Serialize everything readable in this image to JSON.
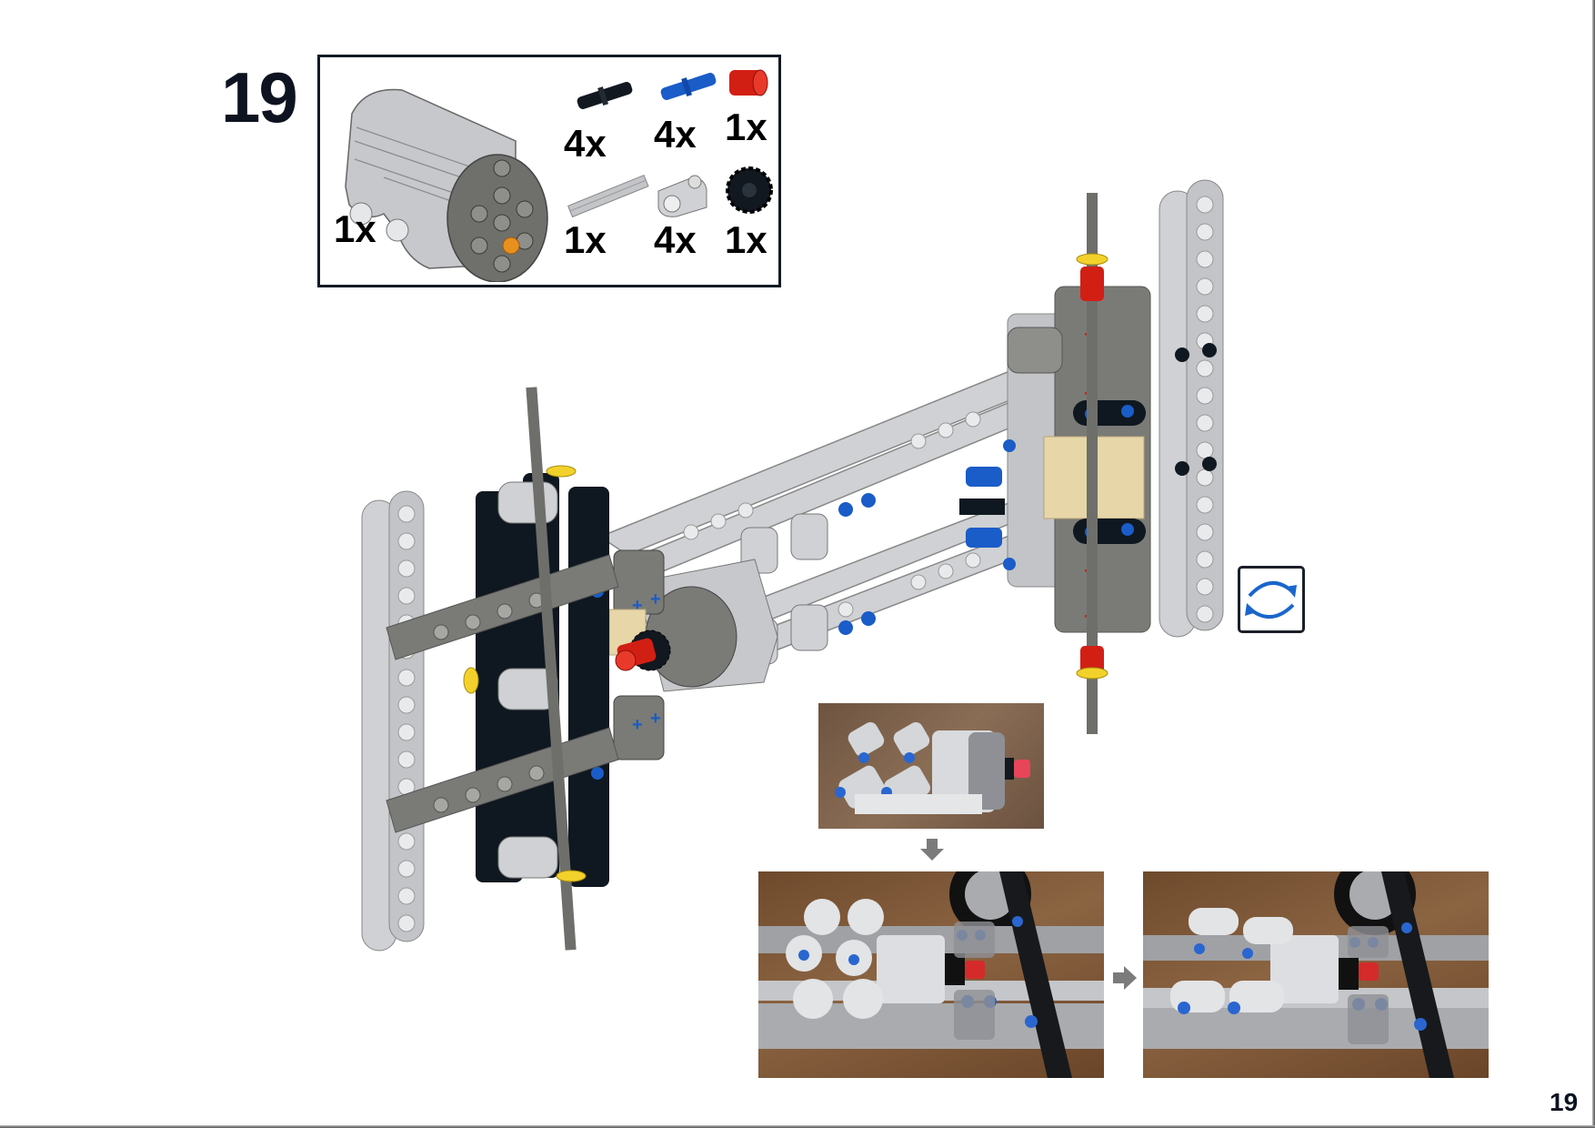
{
  "page": {
    "step_number": "19",
    "page_number": "19"
  },
  "parts_list": {
    "items": [
      {
        "name": "Medium motor",
        "color": "light-bluish-gray",
        "quantity": "1x"
      },
      {
        "name": "Friction pin with cross hole (black)",
        "color": "black",
        "quantity": "4x"
      },
      {
        "name": "Axle pin with friction (blue)",
        "color": "blue",
        "quantity": "4x"
      },
      {
        "name": "Bush (red)",
        "color": "red",
        "quantity": "1x"
      },
      {
        "name": "Axle (light gray)",
        "color": "light-bluish-gray",
        "quantity": "1x"
      },
      {
        "name": "Pin connector perpendicular (light gray)",
        "color": "light-bluish-gray",
        "quantity": "4x"
      },
      {
        "name": "Gear 12-tooth double bevel (black)",
        "color": "black",
        "quantity": "1x"
      }
    ]
  },
  "icons": {
    "rotate": "rotate-model-icon",
    "down_arrow": "arrow-down-icon",
    "right_arrow": "arrow-right-icon"
  },
  "photos": [
    {
      "name": "motor-subassembly-photo",
      "caption": ""
    },
    {
      "name": "chassis-before-photo",
      "caption": ""
    },
    {
      "name": "chassis-after-photo",
      "caption": ""
    }
  ],
  "colors": {
    "step_text": "#0d1320",
    "box_border": "#111a24",
    "lego_light_gray": "#c9cbce",
    "lego_dark_gray": "#7a7b76",
    "lego_black": "#0f1820",
    "lego_blue": "#1a5cc8",
    "lego_red": "#d21f14",
    "lego_yellow": "#f2d22a",
    "lego_tan": "#e6d6a8",
    "rotate_arrow": "#1a66cc",
    "arrow_gray": "#7b7b7b",
    "wood": "#7a5230"
  }
}
